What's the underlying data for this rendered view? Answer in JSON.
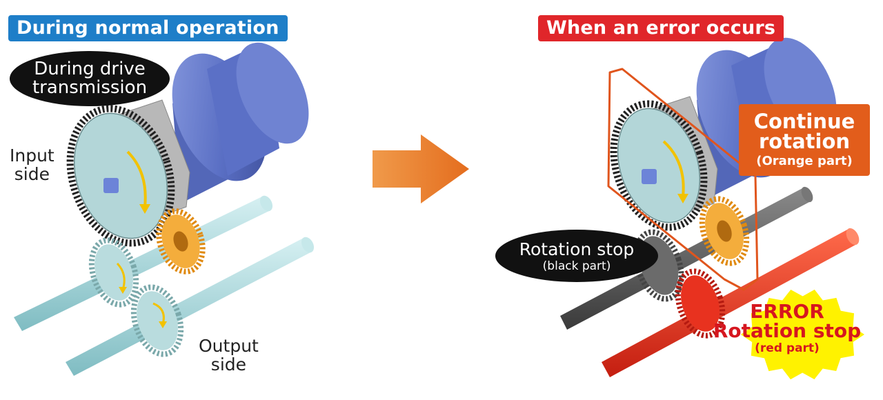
{
  "left_panel": {
    "title": "During normal operation",
    "oval_lines": [
      "During drive",
      "transmission"
    ],
    "input_lines": [
      "Input",
      "side"
    ],
    "output_lines": [
      "Output",
      "side"
    ]
  },
  "right_panel": {
    "title": "When an error occurs",
    "continue": {
      "line1": "Continue",
      "line2": "rotation",
      "sub": "(Orange part)"
    },
    "stop": {
      "main": "Rotation stop",
      "sub": "(black part)"
    },
    "error": {
      "line1": "ERROR",
      "line2": "Rotation stop",
      "sub": "(red part)"
    }
  },
  "colors": {
    "blue_title": "#1e7ec8",
    "red_title": "#e0262a",
    "arrow": "#e8792a",
    "motor": "#5a6fc4",
    "gear_teal": "#a9d0d2",
    "gear_orange": "#f0a030",
    "shaft_teal": "#9dd3d8",
    "shaft_black": "#555555",
    "shaft_red": "#e8321f",
    "rotation_arrow": "#f2c200",
    "error_burst": "#fff200",
    "continue_box": "#e25d1b",
    "outline_orange": "#e0551d"
  },
  "icons": [
    "rotation-arrow-icon",
    "right-arrow-icon"
  ]
}
